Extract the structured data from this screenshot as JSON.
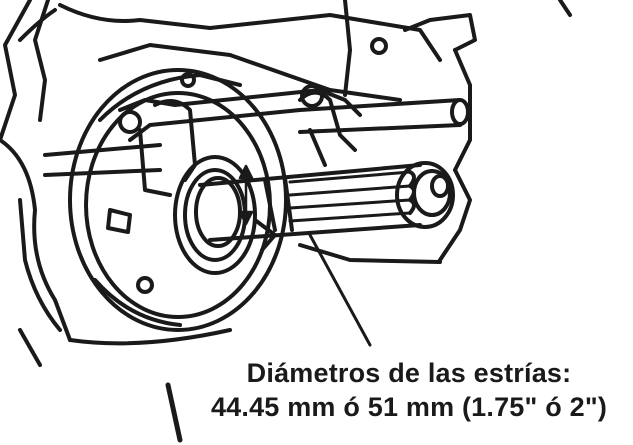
{
  "caption": {
    "line1": "Diámetros de las estrías:",
    "line2": "44.45 mm ó 51 mm (1.75\" ó 2\")"
  },
  "colors": {
    "ink": "#1a1a1a",
    "background": "#ffffff"
  },
  "icons": {
    "dimension-arrow": "double-headed vertical arrow indicating spline diameter"
  }
}
